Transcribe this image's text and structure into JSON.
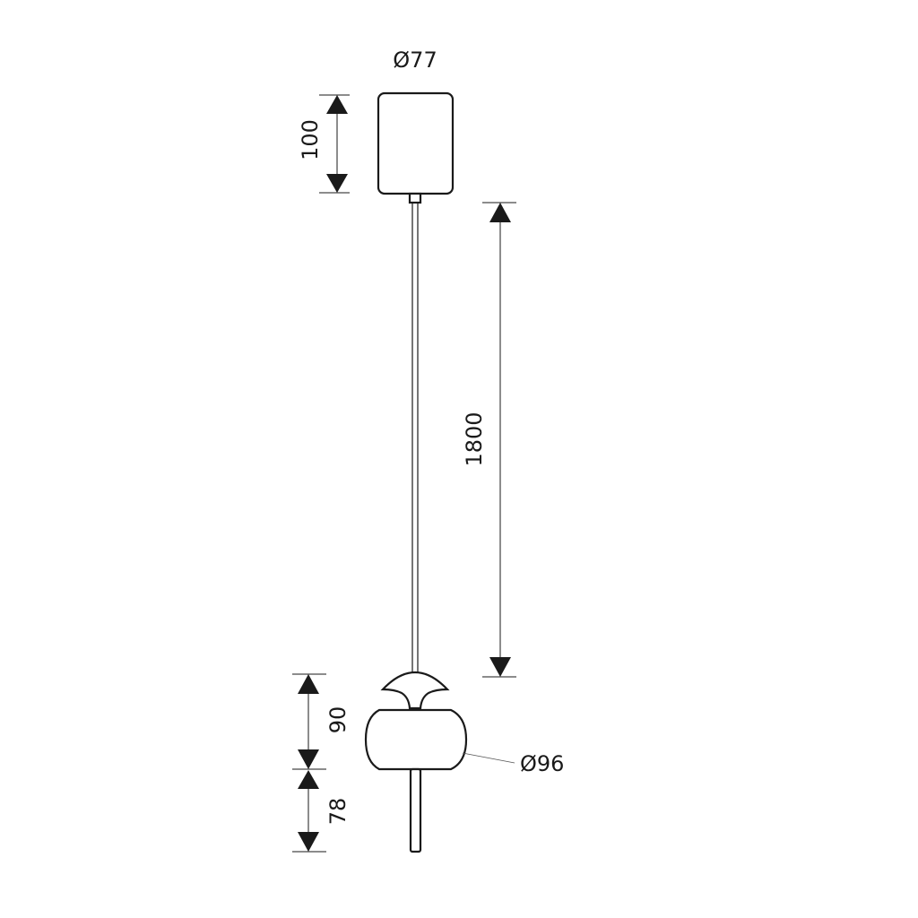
{
  "dimensions": {
    "canopy_diameter": "Ø77",
    "canopy_height": "100",
    "cable_length": "1800",
    "shade_height": "90",
    "rod_length": "78",
    "shade_diameter": "Ø96"
  }
}
